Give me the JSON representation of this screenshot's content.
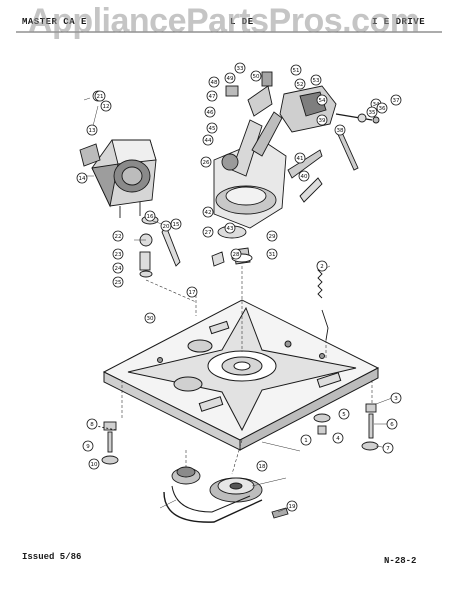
{
  "header": {
    "left": "MASTER CA E",
    "middle": "L DE",
    "right": "I   E DRIVE"
  },
  "watermark": "AppliancePartsPros.com",
  "footer": {
    "issued": "Issued 5/86",
    "page": "N-28-2"
  },
  "callouts": [
    "11",
    "12",
    "13",
    "14",
    "15",
    "16",
    "17",
    "18",
    "19",
    "20",
    "21",
    "22",
    "23",
    "24",
    "25",
    "26",
    "27",
    "28",
    "29",
    "30",
    "31",
    "33",
    "34",
    "35",
    "36",
    "37",
    "38",
    "39",
    "40",
    "41",
    "42",
    "43",
    "44",
    "45",
    "46",
    "47",
    "48",
    "49",
    "50",
    "51",
    "52",
    "53",
    "54",
    "1",
    "2",
    "3",
    "4",
    "5",
    "6",
    "7",
    "8",
    "9",
    "10"
  ],
  "colors": {
    "ink": "#1a1a1a",
    "paper": "#ffffff",
    "watermark": "#969696"
  }
}
